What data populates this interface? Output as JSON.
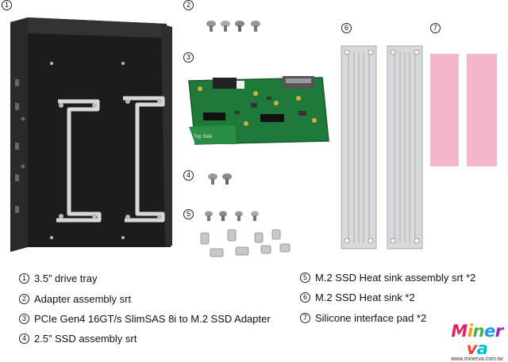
{
  "callouts": [
    {
      "num": "1"
    },
    {
      "num": "2"
    },
    {
      "num": "3"
    },
    {
      "num": "4"
    },
    {
      "num": "5"
    },
    {
      "num": "6"
    },
    {
      "num": "7"
    }
  ],
  "board": {
    "silk_label": "Top Side"
  },
  "legend": [
    {
      "num": "1",
      "text": "3.5” drive tray"
    },
    {
      "num": "2",
      "text": "Adapter assembly srt"
    },
    {
      "num": "3",
      "text": "PCIe Gen4 16GT/s SlimSAS 8i to M.2 SSD Adapter"
    },
    {
      "num": "4",
      "text": "2.5” SSD assembly srt"
    },
    {
      "num": "5",
      "text": "M.2 SSD Heat sink assembly srt *2"
    },
    {
      "num": "6",
      "text": "M.2 SSD Heat sink *2"
    },
    {
      "num": "7",
      "text": "Silicone interface pad *2"
    }
  ],
  "logo": {
    "letters": [
      "M",
      "i",
      "n",
      "e",
      "r",
      "v",
      "a"
    ],
    "letter_colors": [
      "#e91e63",
      "#ff9800",
      "#4caf50",
      "#2196f3",
      "#9c27b0",
      "#f44336",
      "#00bcd4"
    ],
    "url": "www.minerva.com.tw"
  }
}
